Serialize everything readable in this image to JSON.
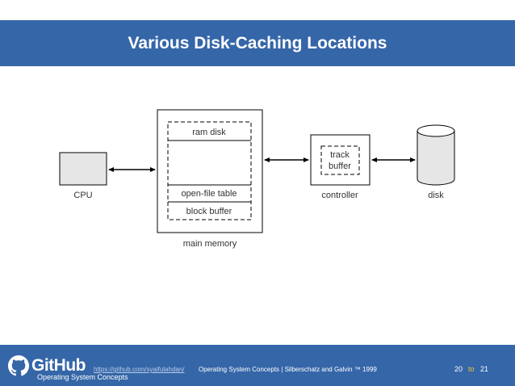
{
  "slide": {
    "title": "Various Disk-Caching Locations"
  },
  "diagram": {
    "cpu_label": "CPU",
    "ram_disk_label": "ram disk",
    "open_file_table_label": "open-file table",
    "block_buffer_label": "block buffer",
    "main_memory_label": "main memory",
    "track_label": "track",
    "buffer_label": "buffer",
    "controller_label": "controller",
    "disk_label": "disk"
  },
  "footer": {
    "logo_text": "GitHub",
    "url": "https://github.com/syaifulahdan/",
    "credit": "Operating System Concepts | Silberschatz and Galvin ™ 1999",
    "book": "Operating System Concepts",
    "page_current": "20",
    "page_separator": "to",
    "page_total": "21"
  },
  "colors": {
    "header_bg": "#3566a8",
    "footer_bg": "#3566a8",
    "cpu_fill": "#e6e6e6",
    "page_separator": "#f3c23a"
  }
}
